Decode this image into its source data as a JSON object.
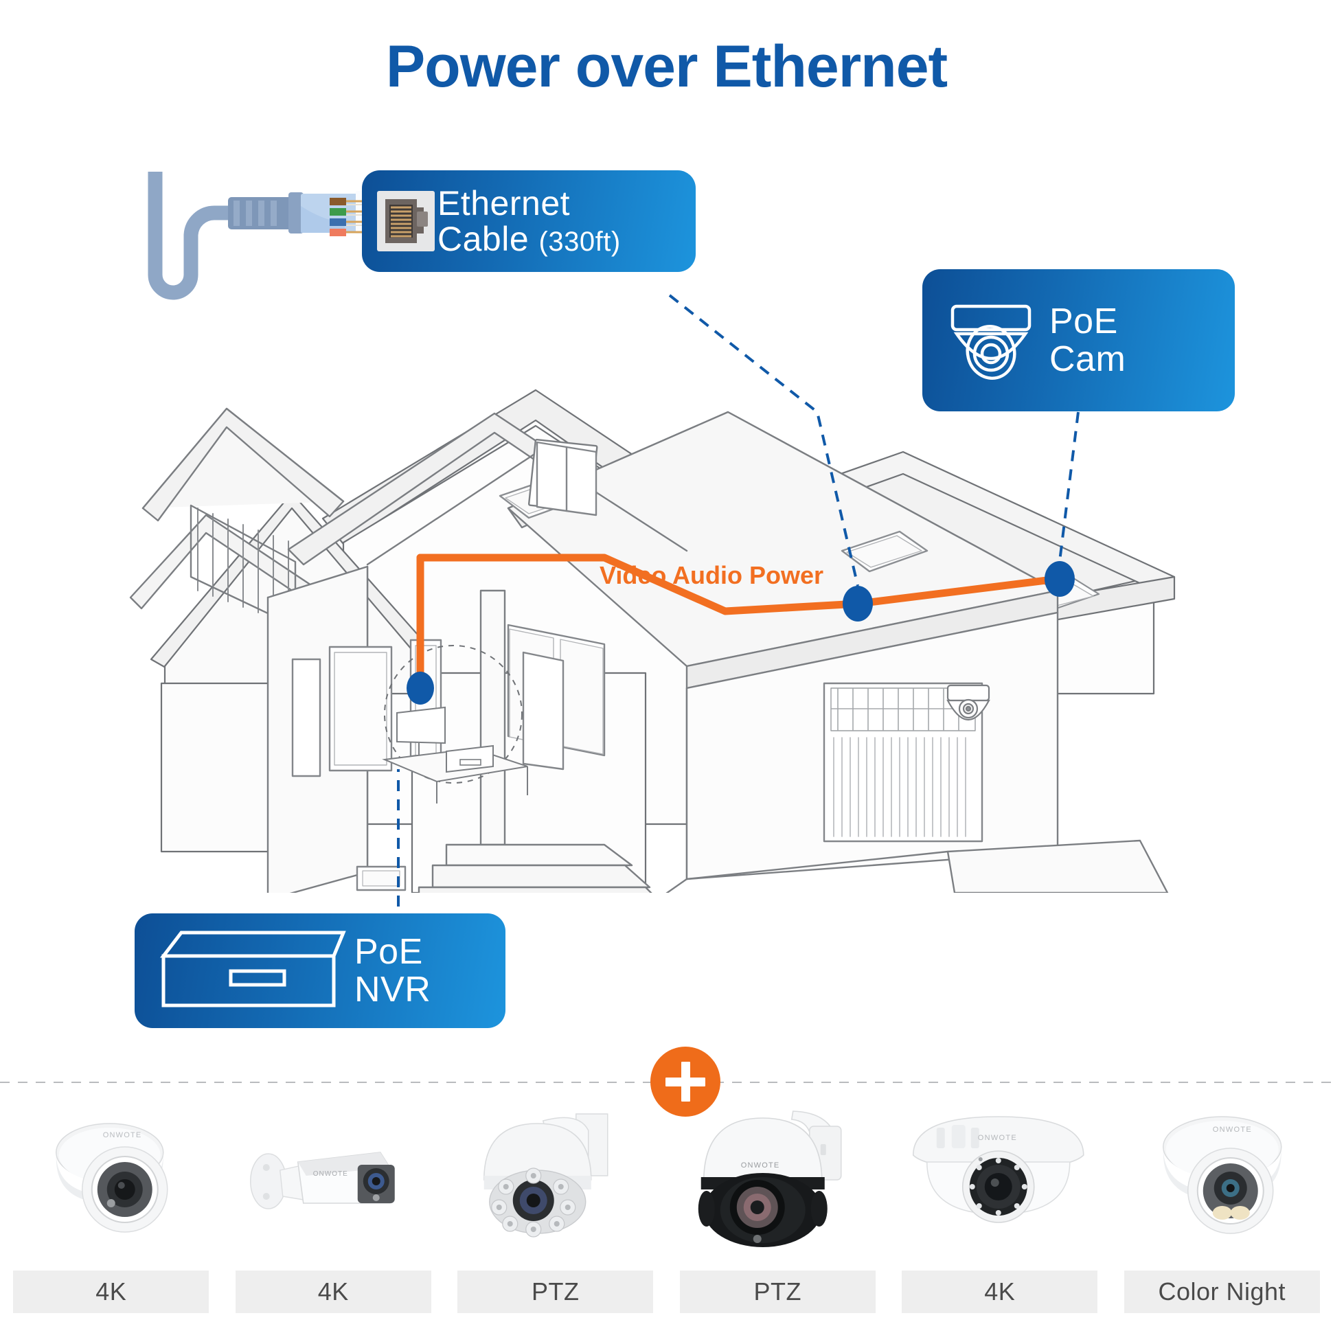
{
  "page": {
    "title": "Power over Ethernet",
    "background": "#ffffff",
    "accent_blue": "#1059a8",
    "accent_orange": "#ef6c1a"
  },
  "callouts": {
    "ethernet": {
      "line1": "Ethernet",
      "line2": "Cable",
      "line2_suffix": "(330ft)",
      "icon": "rj45-connector-icon"
    },
    "poe_cam": {
      "line1": "PoE",
      "line2": "Cam",
      "icon": "dome-camera-icon"
    },
    "poe_nvr": {
      "line1": "PoE",
      "line2": "NVR",
      "icon": "nvr-box-icon"
    }
  },
  "diagram": {
    "cable_label": "Video Audio Power",
    "cable_color": "#f26f21",
    "node_color": "#1059a8",
    "leader_color": "#1059a8",
    "house_label": "house-illustration"
  },
  "divider": {
    "plus_badge": "plus-icon",
    "plus_color": "#ef6c1a"
  },
  "products": [
    {
      "name": "turret-camera-4k",
      "label": "4K",
      "brand": "ONWOTE"
    },
    {
      "name": "bullet-camera-4k",
      "label": "4K",
      "brand": "ONWOTE"
    },
    {
      "name": "ptz-camera-small",
      "label": "PTZ",
      "brand": "ONWOTE"
    },
    {
      "name": "ptz-camera-large",
      "label": "PTZ",
      "brand": "ONWOTE"
    },
    {
      "name": "dome-camera-4k",
      "label": "4K",
      "brand": "ONWOTE"
    },
    {
      "name": "turret-camera-colornight",
      "label": "Color Night",
      "brand": "ONWOTE"
    }
  ]
}
